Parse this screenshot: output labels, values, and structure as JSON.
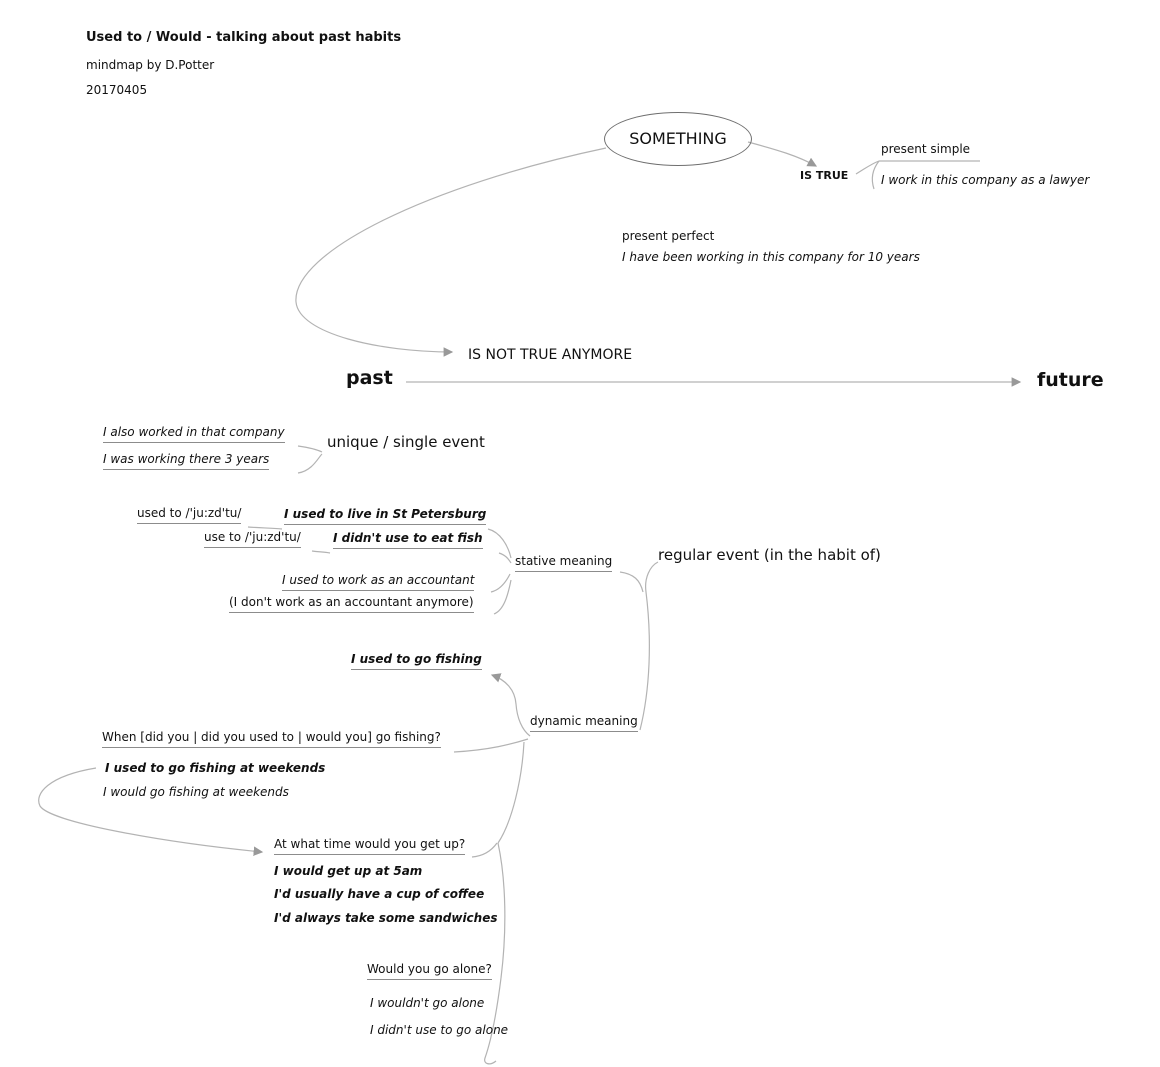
{
  "header": {
    "title": "Used to / Would - talking about past habits",
    "subtitle": "mindmap by D.Potter",
    "date": "20170405"
  },
  "colors": {
    "edge": "#b3b3b3",
    "arrow": "#999999",
    "underline": "#8c8c8c",
    "text": "#111111"
  },
  "nodes": {
    "something": "SOMETHING",
    "is_true": "IS TRUE",
    "present_simple": "present simple",
    "present_simple_example": "I work in this company as a lawyer",
    "present_perfect": "present perfect",
    "present_perfect_example": "I have been working in this company for 10 years",
    "is_not_true": "IS NOT TRUE ANYMORE",
    "past": "past",
    "future": "future",
    "also_worked": "I also worked in that company",
    "was_working": "I was working there 3 years",
    "unique_event": "unique / single event",
    "used_to_phon": "used to /'ju:zd'tu/",
    "used_to_live": "I used to live in St Petersburg",
    "use_to_phon": "use to /'ju:zd'tu/",
    "didnt_use_fish": "I didn't use to eat fish",
    "used_to_work": "I used to work as an accountant",
    "dont_work_anymore": "(I don't work as an accountant anymore)",
    "stative": "stative meaning",
    "regular_event": "regular event (in the habit of)",
    "used_to_fishing": "I used to go fishing",
    "dynamic": "dynamic meaning",
    "when_fishing": "When [did you | did you used to | would you] go fishing?",
    "fishing_weekends_used_to": "I used to go fishing at weekends",
    "fishing_weekends_would": "I would go fishing at weekends",
    "what_time": "At what time would you get up?",
    "get_up": "I would get up at 5am",
    "coffee": "I'd usually have a cup of coffee",
    "sandwiches": "I'd always take some sandwiches",
    "go_alone": "Would you go alone?",
    "wouldnt_alone": "I wouldn't go alone",
    "didnt_alone": "I didn't use to go alone"
  }
}
